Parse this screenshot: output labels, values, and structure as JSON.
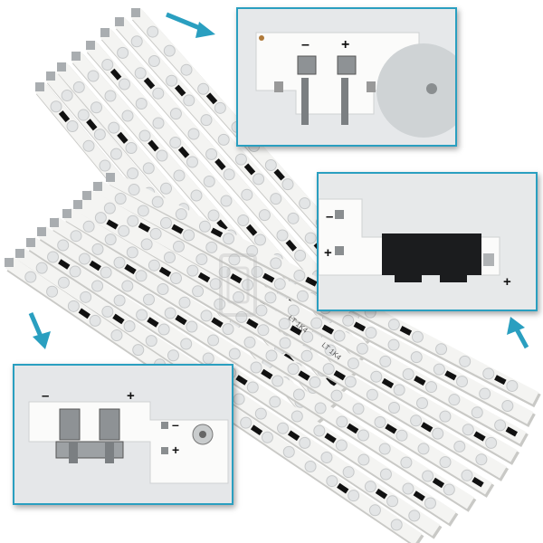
{
  "scene": {
    "background": "#ffffff",
    "strip_color": "#f4f4f2",
    "strip_shadow": "#c9c9c6",
    "lens_color": "#e3e5e6",
    "marker_color": "#111111",
    "arrow_color": "#2a9fc0",
    "inset_border_color": "#2a9fc0"
  },
  "strip_labels": [
    "LT 1K4",
    "LT 1K4"
  ],
  "inset_top": {
    "minus_label": "–",
    "plus_label": "+"
  },
  "inset_right": {
    "minus_label": "–",
    "plus_label": "+",
    "plus_label_2": "+"
  },
  "inset_bottom": {
    "minus_label": "–",
    "plus_label": "+",
    "minus_label_2": "–",
    "plus_label_2": "+"
  },
  "icons": [
    "arrow-icon",
    "connector-icon",
    "watermark-logo"
  ]
}
